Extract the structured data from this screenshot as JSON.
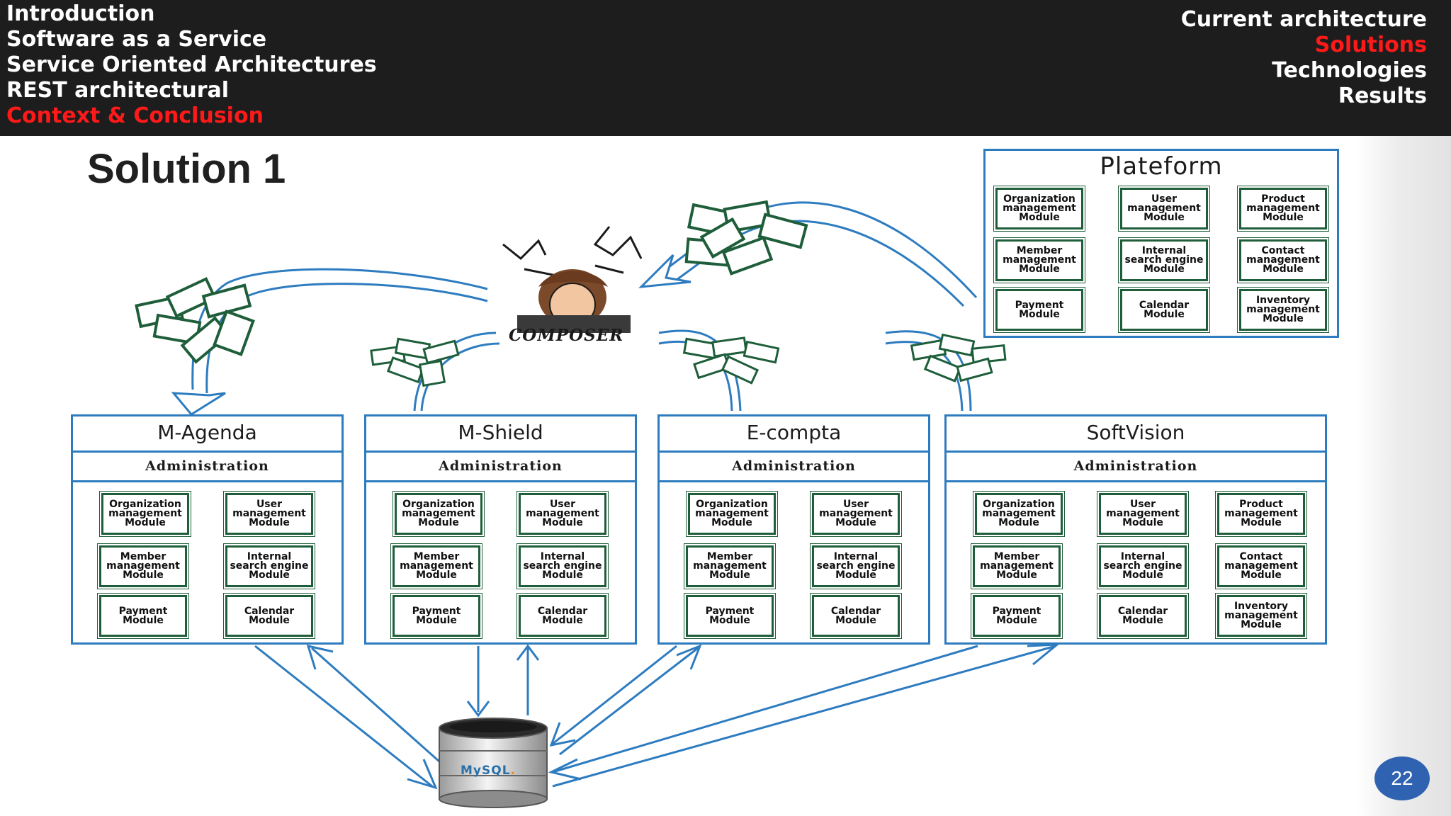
{
  "nav": {
    "left": [
      {
        "label": "Introduction",
        "active": false
      },
      {
        "label": "Software as a Service",
        "active": false
      },
      {
        "label": "Service Oriented Architectures",
        "active": false
      },
      {
        "label": "REST architectural",
        "active": false
      },
      {
        "label": "Context & Conclusion",
        "active": true
      }
    ],
    "right": [
      {
        "label": "Current architecture",
        "active": false
      },
      {
        "label": "Solutions",
        "active": true
      },
      {
        "label": "Technologies",
        "active": false
      },
      {
        "label": "Results",
        "active": false
      }
    ]
  },
  "slide": {
    "title": "Solution 1",
    "page_number": "22"
  },
  "platform": {
    "title": "Plateform",
    "modules": [
      "Organization management Module",
      "User management Module",
      "Product management Module",
      "Member management Module",
      "Internal search engine Module",
      "Contact management Module",
      "Payment Module",
      "Calendar Module",
      "Inventory management Module"
    ]
  },
  "composer": {
    "label": "COMPOSER"
  },
  "apps": [
    {
      "name": "M-Agenda",
      "admin": "Administration",
      "modules": [
        "Organization management Module",
        "User management Module",
        "Member management Module",
        "Internal search engine Module",
        "Payment Module",
        "Calendar Module"
      ]
    },
    {
      "name": "M-Shield",
      "admin": "Administration",
      "modules": [
        "Organization management Module",
        "User management Module",
        "Member management Module",
        "Internal search engine Module",
        "Payment Module",
        "Calendar Module"
      ]
    },
    {
      "name": "E-compta",
      "admin": "Administration",
      "modules": [
        "Organization management Module",
        "User management Module",
        "Member management Module",
        "Internal search engine Module",
        "Payment Module",
        "Calendar Module"
      ]
    },
    {
      "name": "SoftVision",
      "admin": "Administration",
      "modules": [
        "Organization management Module",
        "User management Module",
        "Product management Module",
        "Member management Module",
        "Internal search engine Module",
        "Contact management Module",
        "Payment Module",
        "Calendar Module",
        "Inventory management Module"
      ]
    }
  ],
  "database": {
    "label": "MySQL",
    "label_suffix": "."
  },
  "colors": {
    "topbar": "#1d1d1d",
    "active_nav": "#ff1a1a",
    "box_border": "#2e7cc0",
    "module_border": "#1f5e3a",
    "arrow": "#2e7cc0",
    "page_badge": "#2f62b0"
  }
}
